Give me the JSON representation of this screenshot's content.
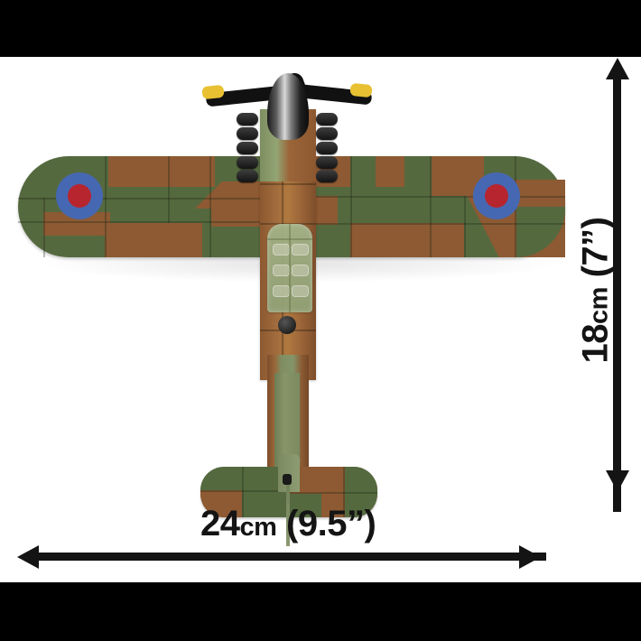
{
  "image": {
    "subject": "cobi-brick-model-fighter-aircraft-top-view",
    "background_color": "#ffffff",
    "letterbox_color": "#000000"
  },
  "dimensions": {
    "width_label": "24",
    "width_unit": "cm",
    "width_imperial": " (9.5”)",
    "height_label": "18",
    "height_unit": "cm",
    "height_imperial": " (7”)",
    "arrow_color": "#141414"
  },
  "model": {
    "name": "brick-built-fighter-plane",
    "colors": {
      "camo_green": "#55693f",
      "camo_brown": "#8d5a33",
      "fuselage_brown": "#a06b3d",
      "canopy_green": "#9aab80",
      "roundel_blue": "#4668b2",
      "roundel_red": "#b7252f",
      "propeller_black": "#111111",
      "propeller_tip_yellow": "#e8c032",
      "spinner_silver": "#d8d8d8"
    },
    "parts": {
      "propeller": "three-blade-propeller",
      "spinner": "nose-spinner",
      "exhaust": "engine-exhaust-stacks",
      "canopy": "cockpit-canopy",
      "wing_left": "left-wing",
      "wing_right": "right-wing",
      "roundel_left": "raf-roundel-left-wing",
      "roundel_right": "raf-roundel-right-wing",
      "tailplane": "horizontal-stabilizer",
      "antenna": "tail-antenna"
    }
  }
}
